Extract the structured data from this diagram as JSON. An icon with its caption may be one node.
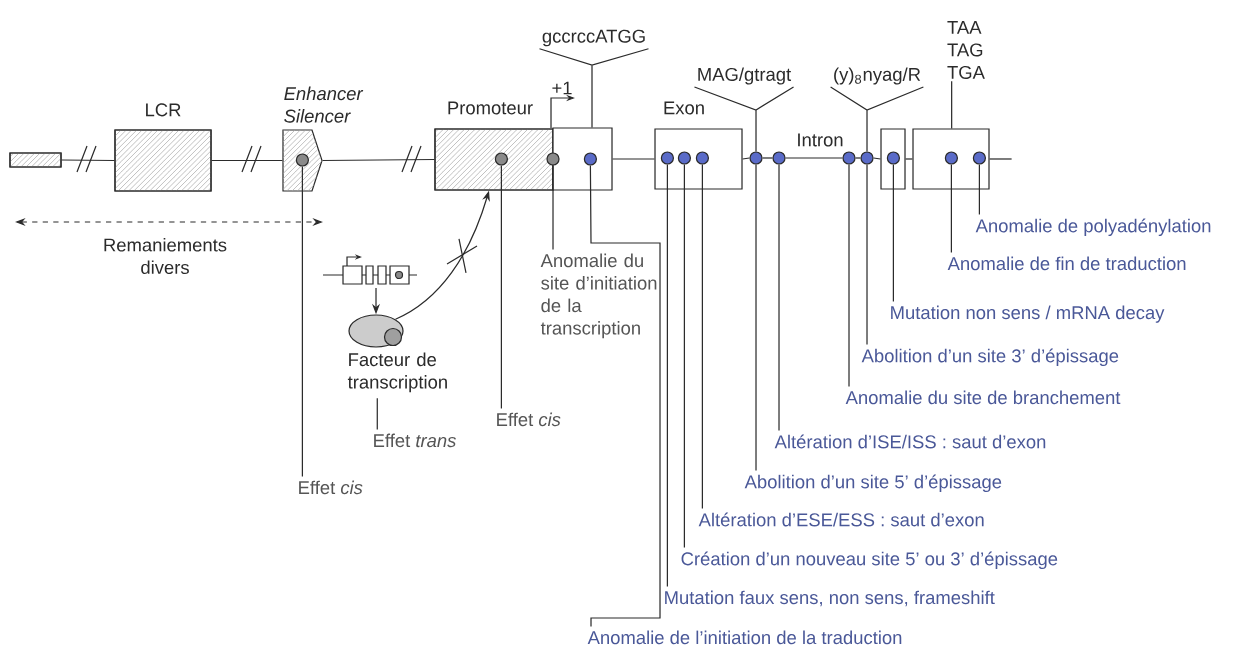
{
  "diagram": {
    "nodes": [
      {
        "text": [],
        "shape": "bar"
      },
      {
        "text": [
          "LCR"
        ]
      },
      {
        "text": [
          "Enhancer Silencer"
        ]
      },
      {
        "text": [],
        "shape": "circle",
        "in": 2
      },
      {
        "text": [
          "Promoteur"
        ]
      },
      {
        "text": [],
        "shape": "circle",
        "in": 4
      },
      {
        "text": [],
        "shape": "circle"
      },
      {
        "text": [],
        "shape": "box"
      },
      {
        "text": [],
        "shape": "circle",
        "in": 7
      },
      {
        "text": [
          "Exon"
        ]
      },
      {
        "text": [],
        "shape": "circle",
        "in": 9
      },
      {
        "text": [],
        "shape": "circle",
        "in": 9
      },
      {
        "text": [],
        "shape": "circle",
        "in": 9
      },
      {
        "text": [],
        "shape": "circle"
      },
      {
        "text": [],
        "shape": "circle"
      },
      {
        "text": [],
        "shape": "circle"
      },
      {
        "text": [],
        "shape": "circle"
      },
      {
        "text": [],
        "shape": "box"
      },
      {
        "text": [],
        "shape": "circle",
        "in": 17
      },
      {
        "text": [],
        "shape": "box"
      },
      {
        "text": [],
        "shape": "circle",
        "in": 19
      },
      {
        "text": [],
        "shape": "circle",
        "in": 19
      },
      {
        "text": [
          "gccrccATGG"
        ]
      },
      {
        "text": [
          "MAG/gtragt"
        ]
      },
      {
        "text": [
          "(y)$_{8}$nyag/R"
        ]
      },
      {
        "text": [
          "TAA TAG TGA"
        ]
      },
      {
        "text": [],
        "shape": "picture"
      },
      {
        "text": [
          "Facteur de transcription"
        ]
      },
      {
        "text": [
          "Effet *trans*"
        ]
      },
      {
        "text": [
          "Effet *cis*"
        ]
      },
      {
        "text": [
          "Effet *cis*"
        ]
      },
      {
        "text": [
          "Anomalie du site d’initiation de la transcription"
        ]
      },
      {
        "text": [
          "Anomalie de l’initiation de la traduction"
        ]
      },
      {
        "text": [
          "Mutation faux sens, non sens, frameshift"
        ]
      },
      {
        "text": [
          "Création d’un nouveau site 5’ ou 3’ d’épissage"
        ]
      },
      {
        "text": [
          "Altération d’ESE/ESS : saut d’exon"
        ]
      },
      {
        "text": [
          "Abolition d’un site 5’ d’épissage"
        ]
      },
      {
        "text": [
          "Altération d’ISE/ISS : saut d’exon"
        ]
      },
      {
        "text": [
          "Anomalie du site de branchement"
        ]
      },
      {
        "text": [
          "Abolition d’un site 3’ d’épissage"
        ]
      },
      {
        "text": [
          "Mutation non sens / mRNA decay"
        ]
      },
      {
        "text": [
          "Anomalie de fin de traduction"
        ]
      },
      {
        "text": [
          "Anomalie de polyadénylation"
        ]
      }
    ],
    "edges": [
      {
        "from": 0,
        "to": 1,
        "arrow": "none"
      },
      {
        "from": 1,
        "to": 2,
        "arrow": "none"
      },
      {
        "from": 2,
        "to": 4,
        "arrow": "none"
      },
      {
        "from": 7,
        "to": 9,
        "arrow": "none"
      },
      {
        "from": 9,
        "to": 13,
        "arrow": "none"
      },
      {
        "from": 13,
        "to": 14,
        "arrow": "none"
      },
      {
        "from": 14,
        "to": 15,
        "arrow": "none"
      },
      {
        "from": 15,
        "to": 16,
        "arrow": "none"
      },
      {
        "from": 16,
        "to": 17,
        "arrow": "none"
      },
      {
        "from": 17,
        "to": 19,
        "arrow": "none"
      },
      {
        "from": 19,
        "to": null,
        "arrow": "none"
      },
      {
        "from": 22,
        "to": 7,
        "arrow": "none"
      },
      {
        "from": 23,
        "to": 13,
        "arrow": "none"
      },
      {
        "from": 24,
        "to": 16,
        "arrow": "none"
      },
      {
        "from": 25,
        "to": 19,
        "arrow": "none"
      },
      {
        "from": 26,
        "to": 27,
        "arrow": "to"
      },
      {
        "from": 27,
        "to": 4,
        "arrow": "to"
      },
      {
        "from": 28,
        "to": 27,
        "arrow": "none"
      },
      {
        "from": 29,
        "to": 3,
        "arrow": "none"
      },
      {
        "from": 30,
        "to": 5,
        "arrow": "none"
      },
      {
        "from": 31,
        "to": 6,
        "arrow": "none"
      },
      {
        "from": 32,
        "to": 8,
        "arrow": "none"
      },
      {
        "from": 33,
        "to": 10,
        "arrow": "none"
      },
      {
        "from": 34,
        "to": 11,
        "arrow": "none"
      },
      {
        "from": 35,
        "to": 12,
        "arrow": "none"
      },
      {
        "from": 36,
        "to": 13,
        "arrow": "none"
      },
      {
        "from": 37,
        "to": 14,
        "arrow": "none"
      },
      {
        "from": 38,
        "to": 15,
        "arrow": "none"
      },
      {
        "from": 39,
        "to": 16,
        "arrow": "none"
      },
      {
        "from": 40,
        "to": 18,
        "arrow": "none"
      },
      {
        "from": 41,
        "to": 20,
        "arrow": "none"
      },
      {
        "from": 42,
        "to": 21,
        "arrow": "none"
      }
    ],
    "labels": [
      "+1",
      "Intron",
      "Remaniements divers"
    ]
  }
}
